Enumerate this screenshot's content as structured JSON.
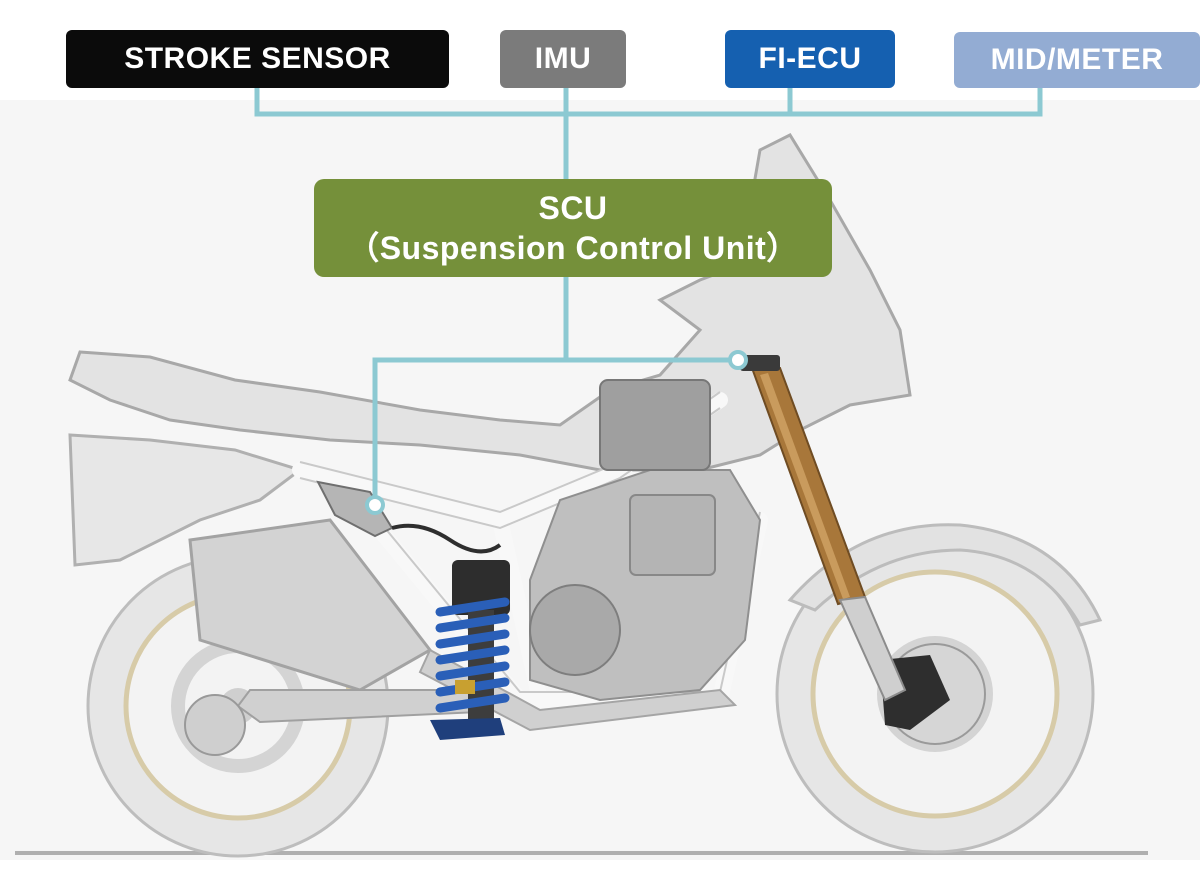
{
  "labels": {
    "stroke_sensor": "STROKE SENSOR",
    "imu": "IMU",
    "fi_ecu": "FI-ECU",
    "mid_meter": "MID/METER",
    "scu_title": "SCU",
    "scu_subtitle": "（Suspension Control Unit）"
  },
  "colors": {
    "stroke_sensor": "#0b0b0b",
    "imu": "#7b7b7b",
    "fi_ecu": "#1560b0",
    "mid_meter": "#93acd3",
    "scu": "#75903a",
    "connector_line": "#8cc9d2",
    "fork": "#a8773a",
    "shock_spring": "#2a5fb8",
    "ground_line": "#b0b0b0"
  }
}
